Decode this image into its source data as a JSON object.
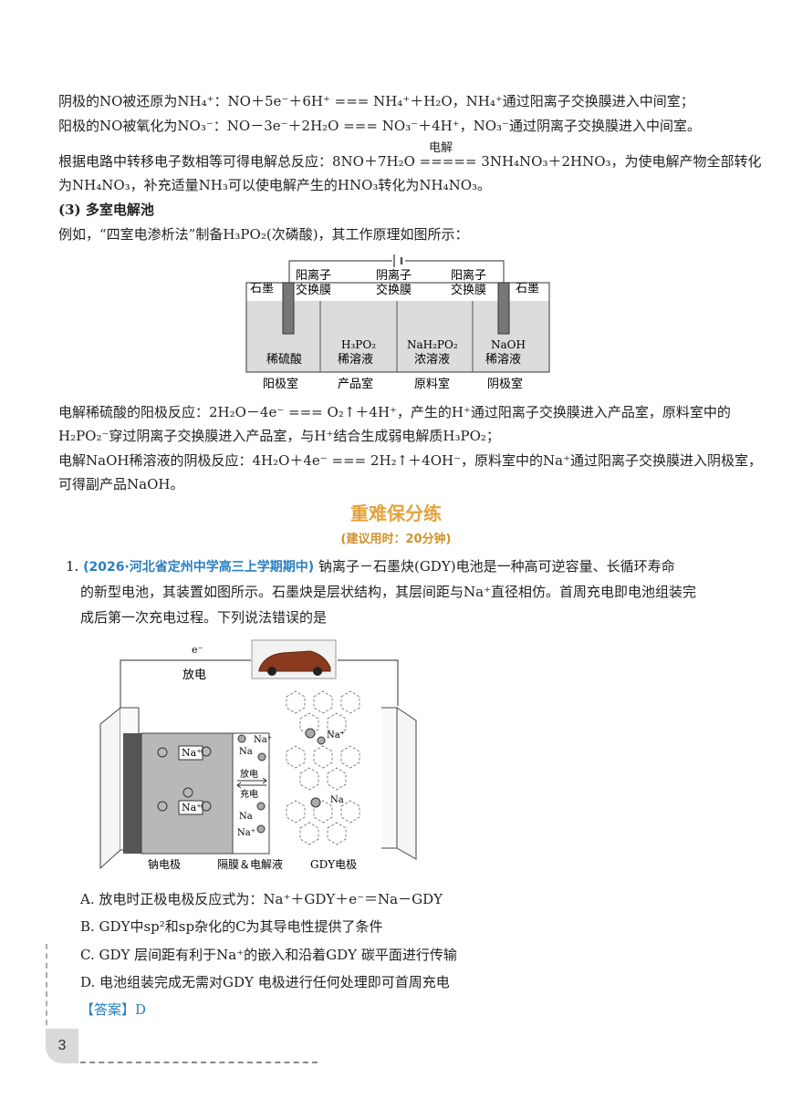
{
  "lines": {
    "l1": "阴极的NO被还原为NH₄⁺：NO＋5e⁻＋6H⁺ === NH₄⁺＋H₂O，NH₄⁺通过阳离子交换膜进入中间室；",
    "l2": "阳极的NO被氧化为NO₃⁻：NO－3e⁻＋2H₂O === NO₃⁻＋4H⁺，NO₃⁻通过阴离子交换膜进入中间室。",
    "l3_label": "电解",
    "l3": "根据电路中转移电子数相等可得电解总反应：8NO＋7H₂O ===== 3NH₄NO₃＋2HNO₃，为使电解产物全部转化",
    "l4": "为NH₄NO₃，补充适量NH₃可以使电解产生的HNO₃转化为NH₄NO₃。",
    "l5": "(3) 多室电解池",
    "l6": "例如，“四室电渗析法”制备H₃PO₂(次磷酸)，其工作原理如图所示：",
    "l7": "电解稀硫酸的阳极反应：2H₂O－4e⁻ === O₂↑＋4H⁺，产生的H⁺通过阳离子交换膜进入产品室，原料室中的",
    "l8": "H₂PO₂⁻穿过阴离子交换膜进入产品室，与H⁺结合生成弱电解质H₃PO₂；",
    "l9": "电解NaOH稀溶液的阴极反应：4H₂O＋4e⁻ === 2H₂↑＋4OH⁻，原料室中的Na⁺通过阳离子交换膜进入阴极室，",
    "l10": "可得副产品NaOH。"
  },
  "cell_diagram": {
    "graphite_left": "石墨",
    "graphite_right": "石墨",
    "membrane1": [
      "阳离子",
      "交换膜"
    ],
    "membrane2": [
      "阴离子",
      "交换膜"
    ],
    "membrane3": [
      "阳离子",
      "交换膜"
    ],
    "solutions": [
      [
        "稀硫酸",
        ""
      ],
      [
        "H₃PO₂",
        "稀溶液"
      ],
      [
        "NaH₂PO₂",
        "浓溶液"
      ],
      [
        "NaOH",
        "稀溶液"
      ]
    ],
    "rooms": [
      "阳极室",
      "产品室",
      "原料室",
      "阴极室"
    ]
  },
  "section": {
    "title": "重难保分练",
    "subtitle": "(建议用时：20分钟)"
  },
  "question": {
    "number": "1.",
    "source": "(2026·河北省定州中学高三上学期期中)",
    "stem1": "钠离子－石墨炔(GDY)电池是一种高可逆容量、长循环寿命",
    "stem2": "的新型电池，其装置如图所示。石墨炔是层状结构，其层间距与Na⁺直径相仿。首周充电即电池组装完",
    "stem3": "成后第一次充电过程。下列说法错误的是",
    "options": [
      "A. 放电时正极电极反应式为：Na⁺＋GDY＋e⁻＝Na－GDY",
      "B. GDY中sp²和sp杂化的C为其导电性提供了条件",
      "C. GDY 层间距有利于Na⁺的嵌入和沿着GDY 碳平面进行传输",
      "D. 电池组装完成无需对GDY 电极进行任何处理即可首周充电"
    ],
    "answer": "【答案】D"
  },
  "battery_diagram": {
    "electron": "e⁻",
    "discharge_top": "放电",
    "arrow_top": "放电",
    "arrow_bottom": "充电",
    "na_ion": "Na⁺",
    "na": "Na",
    "label_left": "钠电极",
    "label_mid": "隔膜＆电解液",
    "label_right": "GDY电极"
  },
  "page_number": "3"
}
